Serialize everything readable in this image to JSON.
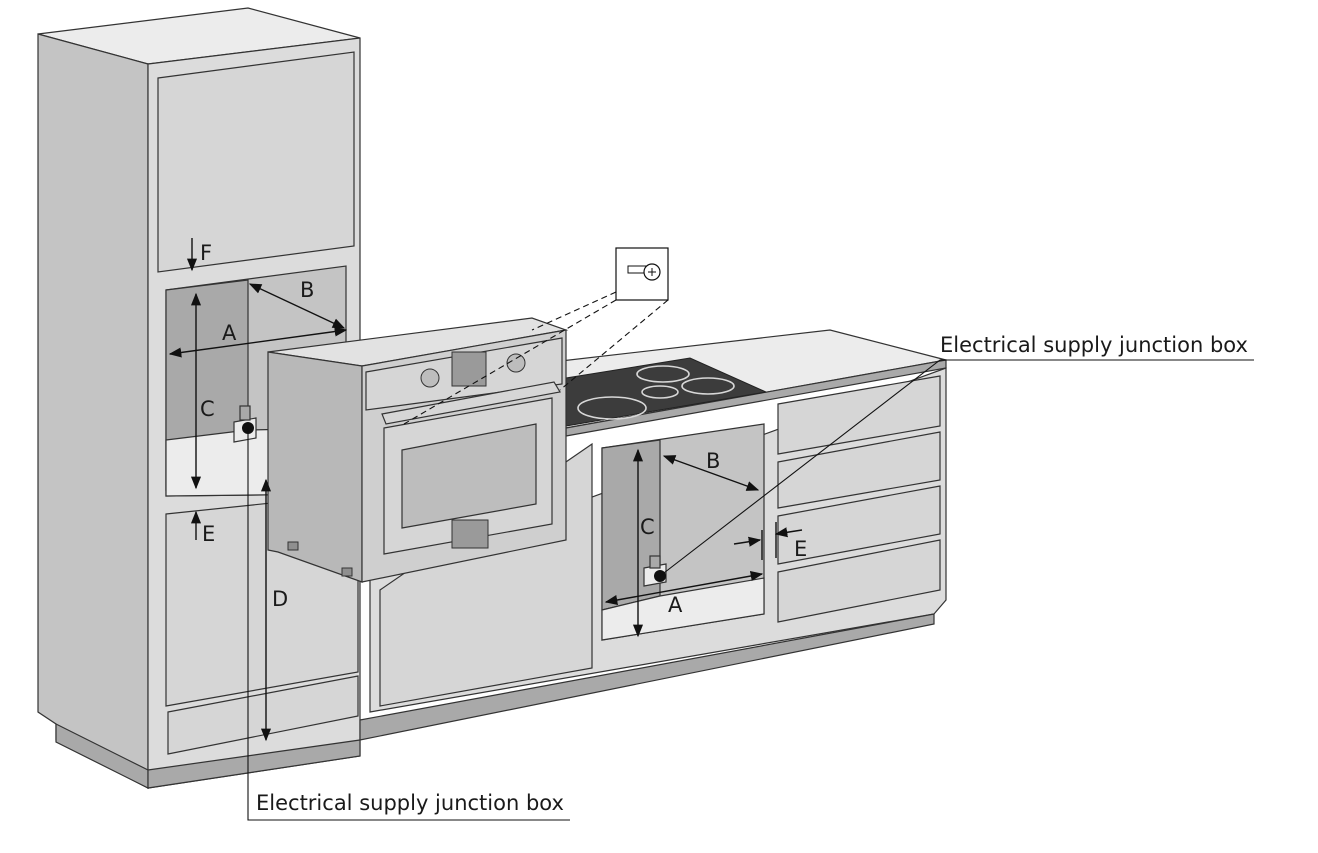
{
  "labels": {
    "tall_cabinet": {
      "A": "A",
      "B": "B",
      "C": "C",
      "D": "D",
      "E": "E",
      "F": "F"
    },
    "base_cabinet": {
      "A": "A",
      "B": "B",
      "C": "C",
      "E": "E"
    }
  },
  "callouts": {
    "junction_box_right": "Electrical supply junction box",
    "junction_box_left": "Electrical supply junction box"
  },
  "icons": {
    "screw": "screw-icon",
    "junction_box": "junction-box-icon"
  },
  "colors": {
    "cabinet_front": "#dcdcdc",
    "cabinet_side": "#c4c4c4",
    "cooktop": "#3c3c3c",
    "line": "#111111"
  }
}
